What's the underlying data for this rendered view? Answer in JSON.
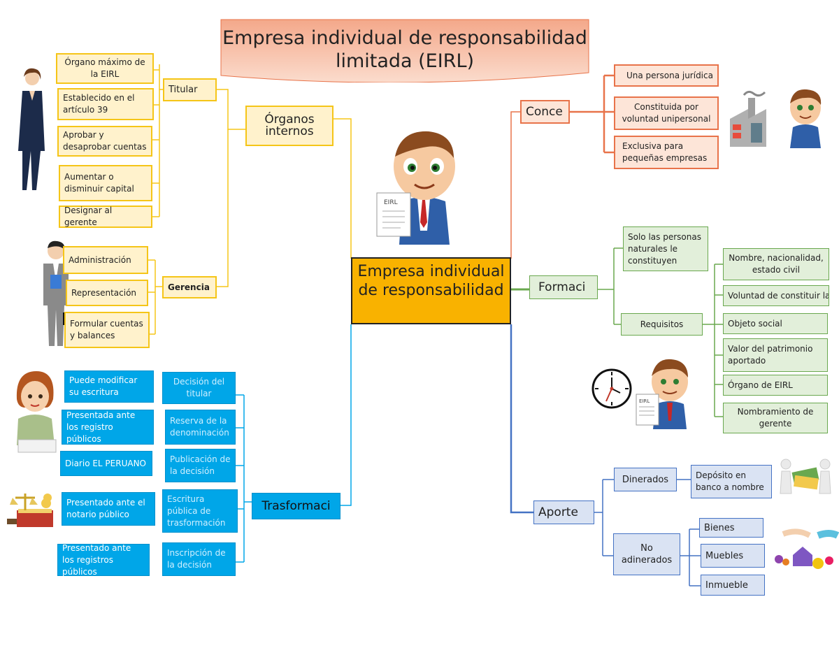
{
  "title": "Empresa individual de responsabilidad limitada (EIRL)",
  "center": "Empresa individual de responsabilidad",
  "mascot_doc_label": "EIRL",
  "organos": {
    "label": "Órganos internos",
    "titular": {
      "label": "Titular",
      "items": [
        "Órgano máximo de la EIRL",
        "Establecido en el artículo 39",
        "Aprobar y desaprobar cuentas",
        "Aumentar o disminuir capital",
        "Designar al gerente"
      ]
    },
    "gerencia": {
      "label": "Gerencia",
      "items": [
        "Administración",
        "Representación",
        "Formular cuentas y balances"
      ]
    }
  },
  "trasformaci": {
    "label": "Trasformaci",
    "rows": [
      {
        "step": "Decisión del titular",
        "detail": "Puede modificar su escritura"
      },
      {
        "step": "Reserva de la denominación",
        "detail": "Presentada ante los registro públicos"
      },
      {
        "step": "Publicación de la decisión",
        "detail": "Diario EL PERUANO"
      },
      {
        "step": "Escritura pública de trasformación",
        "detail": "Presentado ante el notario público"
      },
      {
        "step": "Inscripción de la decisión",
        "detail": "Presentado ante los registros públicos"
      }
    ]
  },
  "conce": {
    "label": "Conce",
    "items": [
      "Una persona jurídica",
      "Constituida por voluntad unipersonal",
      "Exclusiva para pequeñas empresas"
    ]
  },
  "formaci": {
    "label": "Formaci",
    "solo": "Solo las personas naturales le constituyen",
    "requisitos": {
      "label": "Requisitos",
      "items": [
        "Nombre, nacionalidad, estado civil",
        "Voluntad de constituir la",
        "Objeto social",
        "Valor del patrimonio aportado",
        "Órgano de EIRL",
        "Nombramiento de gerente"
      ]
    },
    "clock_doc_label": "EIRL"
  },
  "aporte": {
    "label": "Aporte",
    "dinerados": {
      "label": "Dinerados",
      "detail": "Depósito en banco a nombre"
    },
    "no_dinerados": {
      "label": "No adinerados",
      "items": [
        "Bienes",
        "Muebles",
        "Inmueble"
      ]
    }
  },
  "colors": {
    "yellow": "#f5c518",
    "orange": "#e8734a",
    "green": "#6aa84f",
    "blue": "#00a6e8",
    "navy": "#4472c4",
    "center": "#f9b200",
    "title_fill": "#f7b9a1"
  }
}
